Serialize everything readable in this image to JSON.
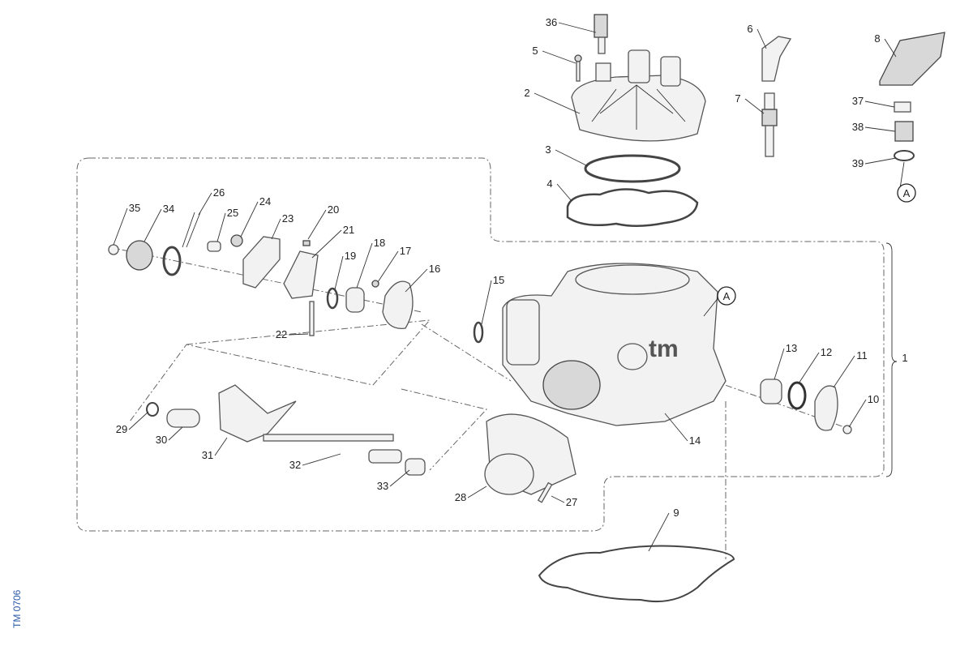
{
  "diagram": {
    "callouts": [
      "36",
      "5",
      "6",
      "8",
      "2",
      "7",
      "37",
      "38",
      "3",
      "39",
      "4",
      "A",
      "26",
      "24",
      "35",
      "34",
      "25",
      "20",
      "23",
      "21",
      "18",
      "17",
      "19",
      "16",
      "15",
      "A",
      "22",
      "1",
      "13",
      "12",
      "11",
      "10",
      "14",
      "29",
      "30",
      "31",
      "32",
      "33",
      "28",
      "27",
      "9"
    ],
    "logo_text": "tm",
    "code": "TM 0706"
  }
}
